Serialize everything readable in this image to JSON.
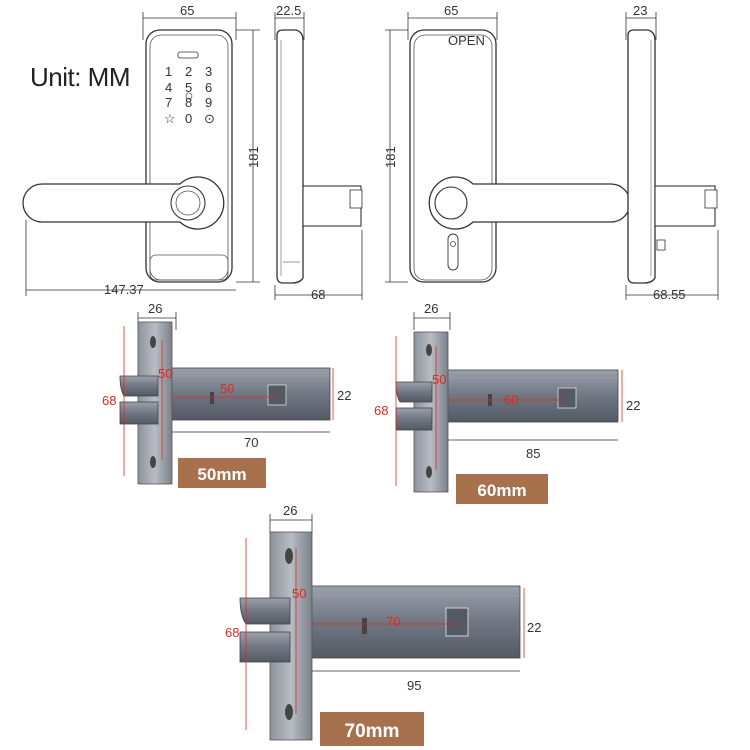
{
  "unit_label": "Unit: MM",
  "colors": {
    "badge": "#a8714e",
    "dimension_red": "#e0291f",
    "outline": "#333333",
    "latch_body": "#6d7480"
  },
  "front_view": {
    "width": "65",
    "height": "181",
    "handle_length": "147.37",
    "keypad_keys": [
      "1",
      "2",
      "3",
      "4",
      "5",
      "6",
      "7",
      "8",
      "9",
      "☆",
      "0",
      "⊙"
    ]
  },
  "side_view_front": {
    "depth": "22.5",
    "total_depth": "68"
  },
  "back_view": {
    "width": "65",
    "height": "181",
    "open_label": "OPEN"
  },
  "side_view_back": {
    "depth": "23",
    "total_depth": "68.55"
  },
  "latches": [
    {
      "backset_badge": "50mm",
      "faceplate_width": "26",
      "faceplate_height": "68",
      "hub_offset": "50",
      "backset": "50",
      "body_length": "70",
      "body_height": "22"
    },
    {
      "backset_badge": "60mm",
      "faceplate_width": "26",
      "faceplate_height": "68",
      "hub_offset": "50",
      "backset": "60",
      "body_length": "85",
      "body_height": "22"
    },
    {
      "backset_badge": "70mm",
      "faceplate_width": "26",
      "faceplate_height": "68",
      "hub_offset": "50",
      "backset": "70",
      "body_length": "95",
      "body_height": "22"
    }
  ]
}
